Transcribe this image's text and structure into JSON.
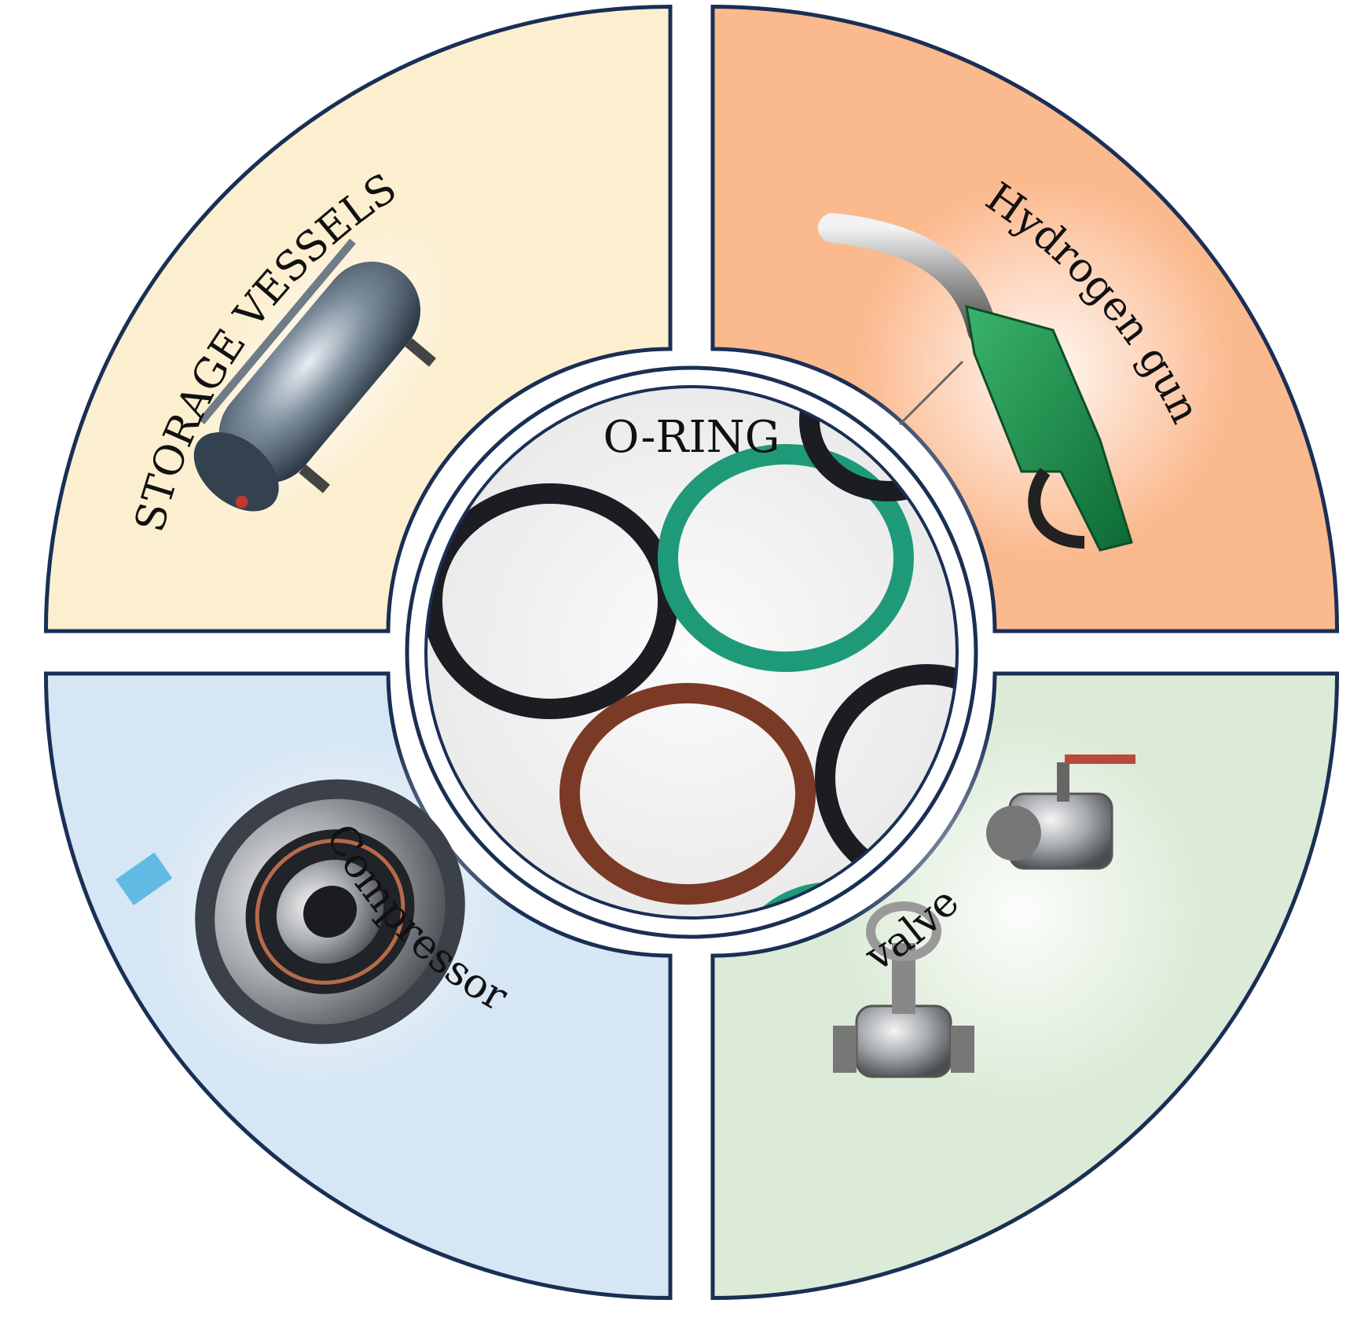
{
  "center": {
    "label": "O-RING",
    "ring_colors": [
      "#1b1d22",
      "#1f9a78",
      "#7a3a26",
      "#1b1d22",
      "#1b1d22",
      "#1f9a78"
    ]
  },
  "quadrants": [
    {
      "id": "top-left",
      "label": "STORAGE VESSELS",
      "fill": "#fcefcf",
      "image": "storage-vessel-tank"
    },
    {
      "id": "top-right",
      "label": "Hydrogen gun",
      "fill": "#fbb98e",
      "image": "hydrogen-fuel-nozzle"
    },
    {
      "id": "bottom-left",
      "label": "Compressor",
      "fill": "#d6e6f4",
      "image": "compressor-bearing"
    },
    {
      "id": "bottom-right",
      "label": "valve",
      "fill": "#dcebd7",
      "image": "ball-valve-and-globe-valve"
    }
  ],
  "colors": {
    "outline": "#1a2f55",
    "separator": "#ffffff"
  }
}
